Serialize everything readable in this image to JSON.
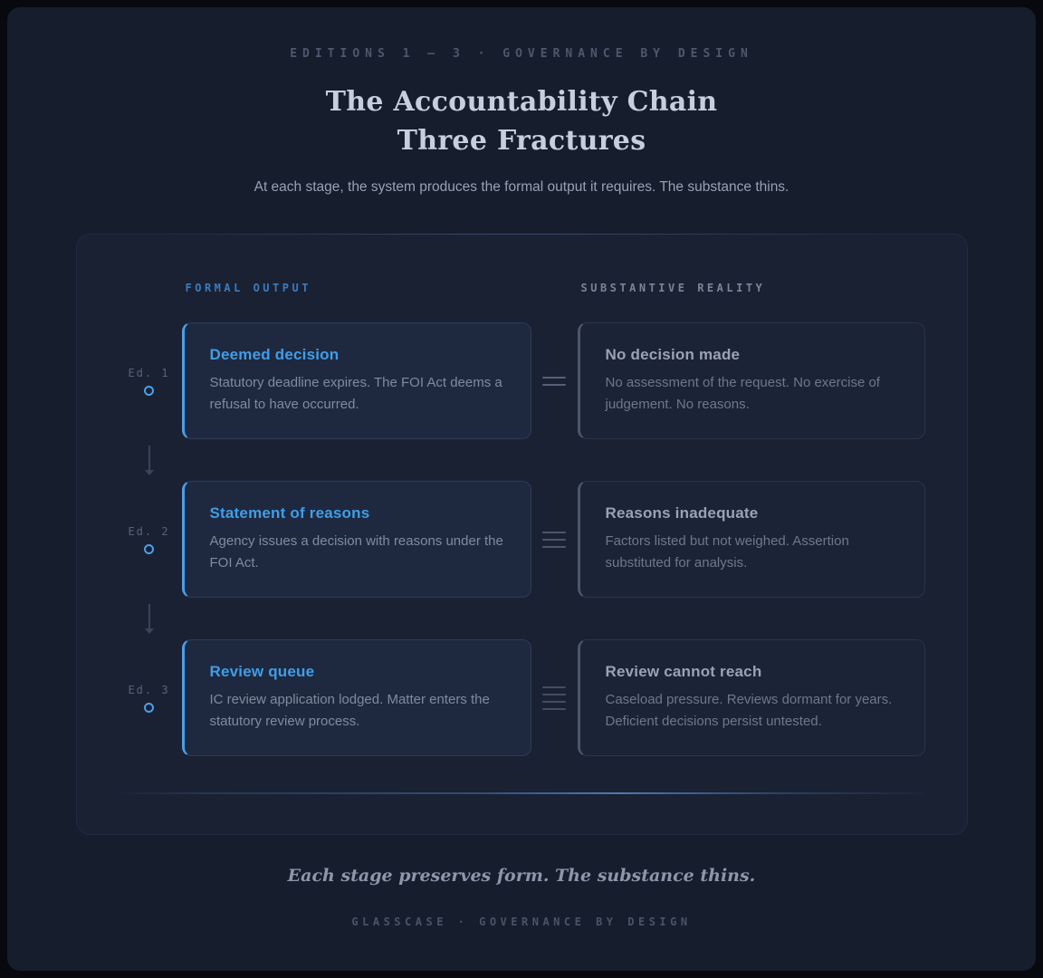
{
  "header": {
    "eyebrow": "EDITIONS 1 – 3 · GOVERNANCE BY DESIGN",
    "title_line1": "The Accountability Chain",
    "title_line2": "Three Fractures",
    "subtitle": "At each stage, the system produces the formal output it requires. The substance thins."
  },
  "panel": {
    "left_column_header": "FORMAL OUTPUT",
    "right_column_header": "SUBSTANTIVE REALITY",
    "rows": [
      {
        "edition_label": "Ed. 1",
        "equals_lines": 2,
        "formal": {
          "title": "Deemed decision",
          "description": "Statutory deadline expires. The FOI Act deems a refusal to have occurred."
        },
        "reality": {
          "title": "No decision made",
          "description": "No assessment of the request. No exercise of judgement. No reasons."
        }
      },
      {
        "edition_label": "Ed. 2",
        "equals_lines": 3,
        "formal": {
          "title": "Statement of reasons",
          "description": "Agency issues a decision with reasons under the FOI Act."
        },
        "reality": {
          "title": "Reasons inadequate",
          "description": "Factors listed but not weighed. Assertion substituted for analysis."
        }
      },
      {
        "edition_label": "Ed. 3",
        "equals_lines": 4,
        "formal": {
          "title": "Review queue",
          "description": "IC review application lodged. Matter enters the statutory review process."
        },
        "reality": {
          "title": "Review cannot reach",
          "description": "Caseload pressure. Reviews dormant for years. Deficient decisions persist untested."
        }
      }
    ]
  },
  "footer": {
    "tagline": "Each stage preserves form. The substance thins.",
    "brand": "GLASSCASE · GOVERNANCE BY DESIGN"
  },
  "colors": {
    "page_background": "#161d2d",
    "panel_background": "#1a2133",
    "accent_blue": "#419de6",
    "formal_header_blue": "#3a7cc0",
    "muted_gray": "#6f788b"
  }
}
